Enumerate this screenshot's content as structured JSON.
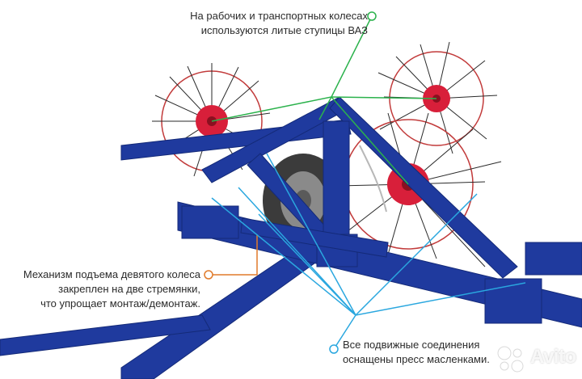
{
  "callouts": {
    "top": {
      "line1": "На рабочих и транспортных колесах",
      "line2": "используются литые ступицы ВАЗ",
      "color": "#2bb24c"
    },
    "left": {
      "line1": "Механизм подъема девятого колеса",
      "line2": "закреплен на две стремянки,",
      "line3": "что упрощает монтаж/демонтаж.",
      "color": "#e07a2a"
    },
    "bottom": {
      "line1": "Все подвижные соединения",
      "line2": "оснащены пресс масленками.",
      "color": "#2aa7df"
    }
  },
  "watermark": {
    "text": "Avito"
  },
  "colors": {
    "frame": "#1f3a9e",
    "frame_dark": "#142a78",
    "hub": "#d81f3a",
    "tine": "#2a2a2a",
    "rim": "#c23b3b"
  }
}
